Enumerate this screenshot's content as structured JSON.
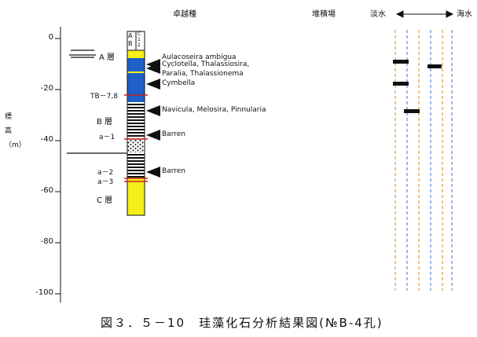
{
  "header": {
    "column": "卓越種",
    "environment": "堆積場",
    "fresh": "淡水",
    "marine": "海水"
  },
  "axis": {
    "ylabel": "標高（m）",
    "ticks": [
      "0",
      "-20",
      "-40",
      "-60",
      "-80",
      "-100"
    ]
  },
  "column_headers": {
    "a": "A\nB",
    "c": "C\n1\n2"
  },
  "layers": {
    "a": "A 層",
    "b": "B 層",
    "c": "C 層",
    "tb": "TB－7,8",
    "a1": "a－1",
    "a2": "a－2",
    "a3": "a－3"
  },
  "taxa": [
    {
      "name": "Aulacoseira ambigua"
    },
    {
      "name": "Cyclotella, Thalassiosira,"
    },
    {
      "name": "Paralia, Thalassionema"
    },
    {
      "name": "Cymbella"
    },
    {
      "name": "Navicula, Melosira, Pinnularia"
    },
    {
      "name": "Barren"
    },
    {
      "name": "Barren"
    }
  ],
  "caption": "図３．５－10　珪藻化石分析結果図(№B-4孔)",
  "colors": {
    "diatomite": "#1f5fc8",
    "sand": "#f5ee1a",
    "marker": "#c81e1e"
  }
}
